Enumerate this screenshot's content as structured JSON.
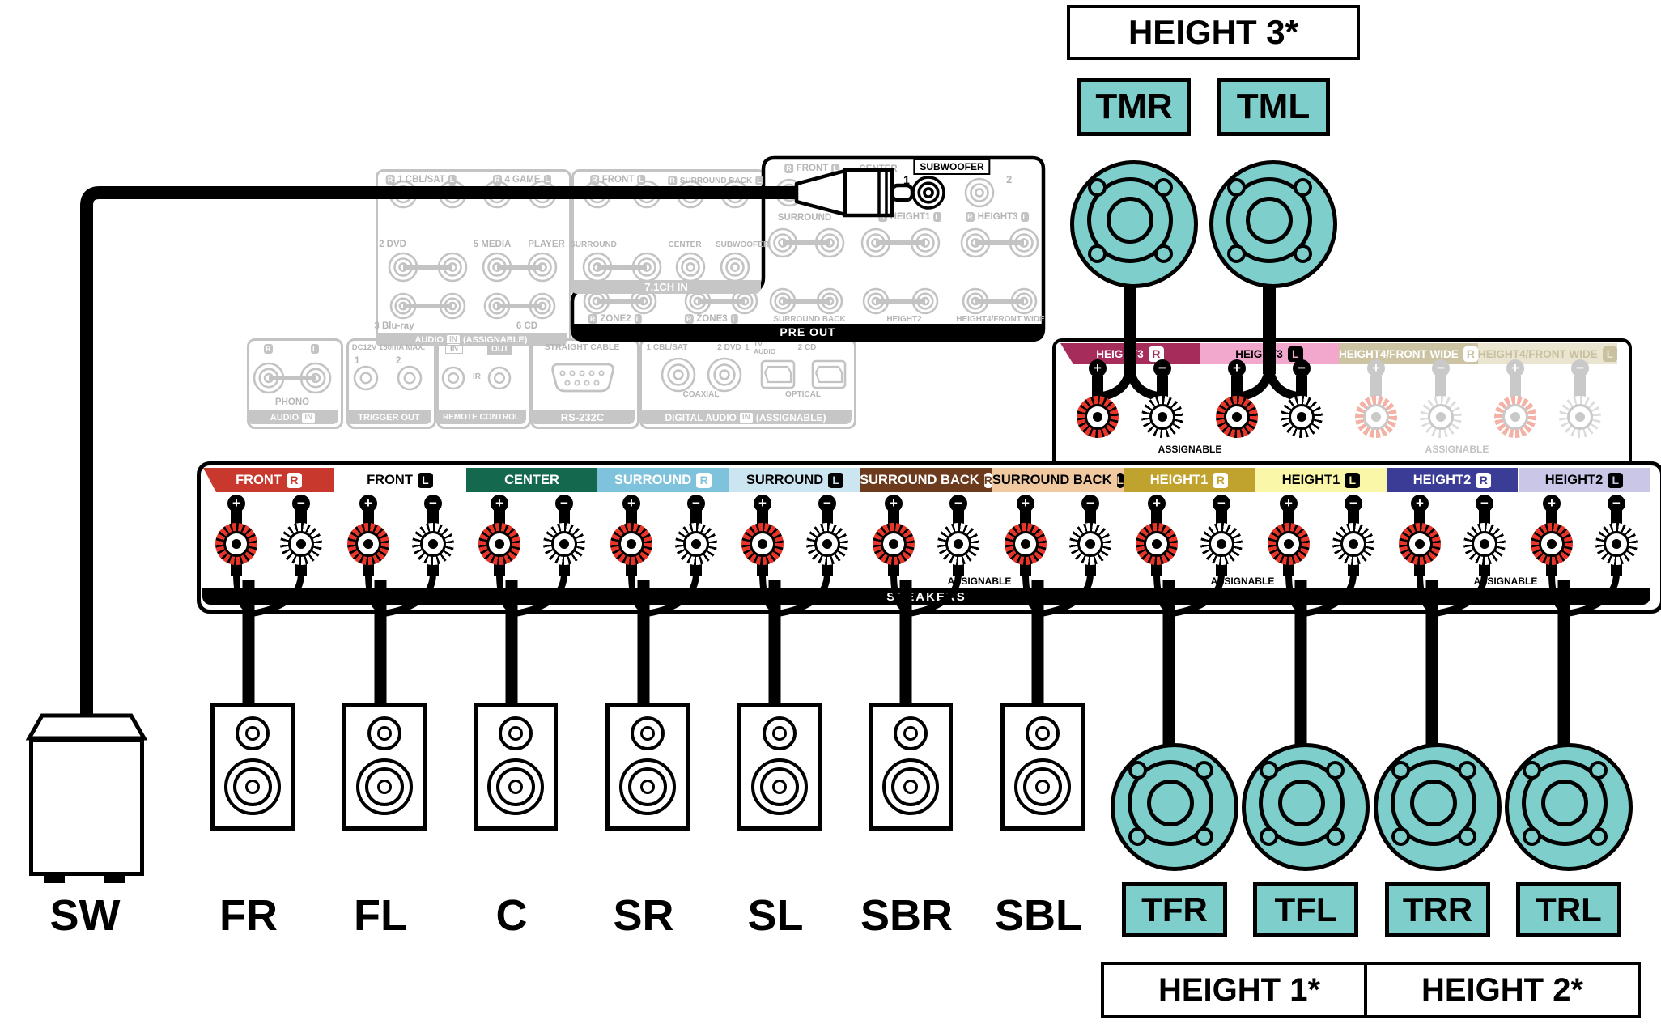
{
  "callouts": {
    "height3": "HEIGHT 3*",
    "height1": "HEIGHT 1*",
    "height2": "HEIGHT 2*"
  },
  "symbols": {
    "plus": "+",
    "minus": "−"
  },
  "colors": {
    "teal": "#7ECECC",
    "post_red": "#E8352A",
    "post_red_inactive": "#F4B2A6",
    "gray_line": "#C3C3C3",
    "gray_text": "#B5B5B5"
  },
  "top_speakers": {
    "items": [
      {
        "label": "TMR"
      },
      {
        "label": "TML"
      }
    ]
  },
  "bottom_speakers": {
    "subwoofer_label": "SW",
    "box_labels": [
      "FR",
      "FL",
      "C",
      "SR",
      "SL",
      "SBR",
      "SBL"
    ],
    "height_labels": [
      "TFR",
      "TFL",
      "TRR",
      "TRL"
    ]
  },
  "speaker_terminals": {
    "assignable": "ASSIGNABLE",
    "band": "SPEAKERS",
    "labels": [
      {
        "name": "FRONT",
        "side": "R",
        "bg": "#C8382C",
        "fg": "#FFFFFF"
      },
      {
        "name": "FRONT",
        "side": "L",
        "bg": "#FFFFFF",
        "fg": "#000000"
      },
      {
        "name": "CENTER",
        "side": "",
        "bg": "#13684E",
        "fg": "#FFFFFF"
      },
      {
        "name": "SURROUND",
        "side": "R",
        "bg": "#7EC3DB",
        "fg": "#FFFFFF"
      },
      {
        "name": "SURROUND",
        "side": "L",
        "bg": "#CBE6F1",
        "fg": "#000000"
      },
      {
        "name": "SURROUND BACK",
        "side": "R",
        "bg": "#6C3B1E",
        "fg": "#FFFFFF"
      },
      {
        "name": "SURROUND BACK",
        "side": "L",
        "bg": "#F0C9A0",
        "fg": "#000000"
      },
      {
        "name": "HEIGHT1",
        "side": "R",
        "bg": "#C0A32E",
        "fg": "#FFFFFF"
      },
      {
        "name": "HEIGHT1",
        "side": "L",
        "bg": "#FBF7A8",
        "fg": "#000000"
      },
      {
        "name": "HEIGHT2",
        "side": "R",
        "bg": "#3A3C95",
        "fg": "#FFFFFF"
      },
      {
        "name": "HEIGHT2",
        "side": "L",
        "bg": "#C9C6E7",
        "fg": "#000000"
      }
    ]
  },
  "height34_terminals": {
    "assignable": "ASSIGNABLE",
    "labels": [
      {
        "name": "HEIGHT3",
        "side": "R",
        "bg": "#A62D5B",
        "fg": "#FFFFFF",
        "active": true
      },
      {
        "name": "HEIGHT3",
        "side": "L",
        "bg": "#F2A8CD",
        "fg": "#000000",
        "active": true
      },
      {
        "name": "HEIGHT4/FRONT WIDE",
        "side": "R",
        "bg": "#CCC3A3",
        "fg": "#FFFFFF",
        "active": false
      },
      {
        "name": "HEIGHT4/FRONT WIDE",
        "side": "L",
        "bg": "#EAE5D1",
        "fg": "#C9C0A0",
        "active": false
      }
    ]
  },
  "pre_out_panel": {
    "front": {
      "l": "R",
      "text": "FRONT",
      "r": "L"
    },
    "center": "CENTER",
    "subwoofer": "SUBWOOFER",
    "jack1": "1",
    "jack2": "2",
    "surround": "SURROUND",
    "height1": {
      "l": "R",
      "text": "HEIGHT1",
      "r": "L"
    },
    "height3": {
      "l": "R",
      "text": "HEIGHT3",
      "r": "L"
    },
    "zone2": {
      "l": "R",
      "text": "ZONE2",
      "r": "L"
    },
    "zone3": {
      "l": "R",
      "text": "ZONE3",
      "r": "L"
    },
    "surround_back": "SURROUND BACK",
    "height2": "HEIGHT2",
    "height4": "HEIGHT4/FRONT WIDE",
    "band": "PRE OUT"
  },
  "ch71_panel": {
    "front": {
      "l": "R",
      "text": "FRONT",
      "r": "L"
    },
    "surround_back": {
      "l": "R",
      "text": "SURROUND BACK",
      "r": "L"
    },
    "surround": "SURROUND",
    "center": "CENTER",
    "subwoofer": "SUBWOOFER",
    "band": "7.1CH IN"
  },
  "audio_in_panel": {
    "cblsat": {
      "l": "R",
      "text": "1 CBL/SAT",
      "r": "L"
    },
    "game": {
      "l": "R",
      "text": "4 GAME",
      "r": "L"
    },
    "dvd": "2 DVD",
    "media": "5 MEDIA",
    "player": "PLAYER",
    "bluray": "3 Blu-ray",
    "cd": "6 CD",
    "band": {
      "pre": "AUDIO",
      "badge": "IN",
      "post": "(ASSIGNABLE)"
    }
  },
  "phono_panel": {
    "r": "R",
    "l": "L",
    "label": "PHONO",
    "band": {
      "pre": "AUDIO",
      "badge": "IN",
      "post": ""
    }
  },
  "trigger_panel": {
    "top": "DC12V 150mA MAX.",
    "n1": "1",
    "n2": "2",
    "band": "TRIGGER OUT"
  },
  "remote_panel": {
    "in_label": "IN",
    "out_label": "OUT",
    "ir": "IR",
    "band": "REMOTE CONTROL"
  },
  "rs232_panel": {
    "top": "STRAIGHT CABLE",
    "band": "RS-232C"
  },
  "digital_panel": {
    "cblsat": "1 CBL/SAT",
    "dvd": "2 DVD",
    "tv_n": "1",
    "tv_top": "TV",
    "tv_bottom": "AUDIO",
    "cd": "2 CD",
    "coaxial": "COAXIAL",
    "optical": "OPTICAL",
    "band": {
      "pre": "DIGITAL AUDIO",
      "badge": "IN",
      "post": "(ASSIGNABLE)"
    }
  }
}
